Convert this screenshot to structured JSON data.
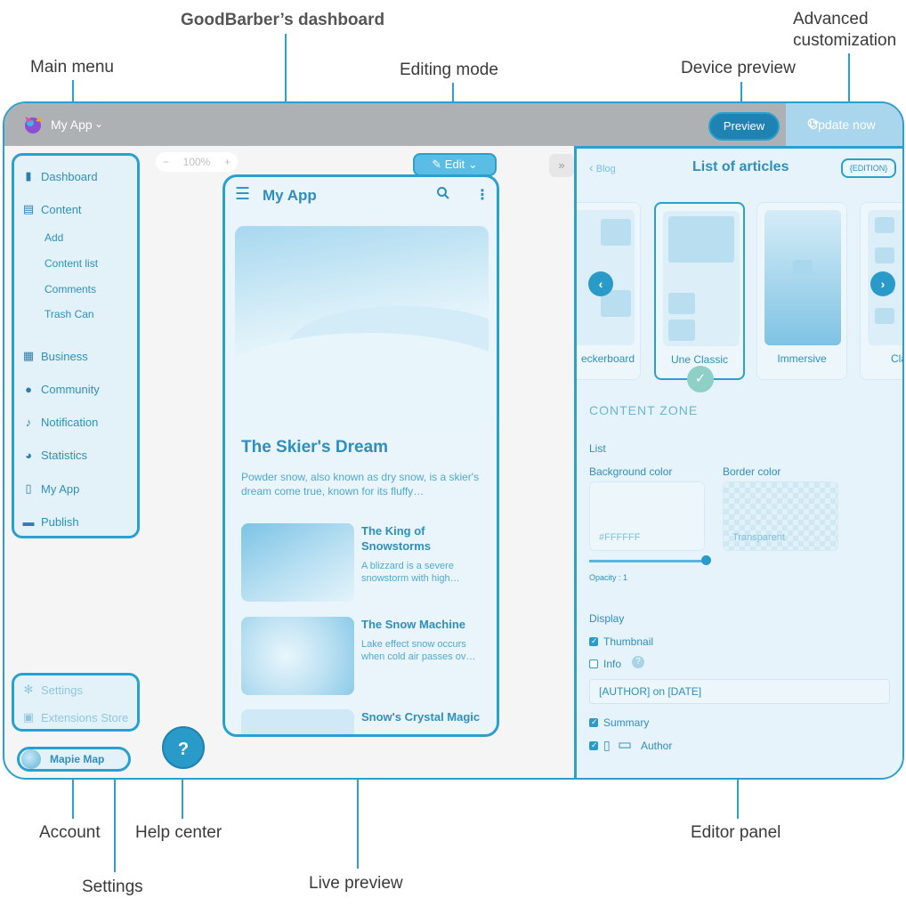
{
  "annotations": {
    "dashboard_title": "GoodBarber’s dashboard",
    "main_menu": "Main menu",
    "editing_mode": "Editing mode",
    "device_preview": "Device preview",
    "advanced_line1": "Advanced",
    "advanced_line2": "customization",
    "account": "Account",
    "help_center": "Help center",
    "settings": "Settings",
    "live_preview": "Live preview",
    "editor_panel": "Editor panel"
  },
  "topbar": {
    "app_name": "My App",
    "preview_label": "Preview",
    "update_label": "Update now"
  },
  "sidebar": {
    "items": [
      {
        "label": "Dashboard",
        "icon": "bar-chart-icon"
      },
      {
        "label": "Content",
        "icon": "document-icon"
      },
      {
        "label": "Business",
        "icon": "store-icon"
      },
      {
        "label": "Community",
        "icon": "user-icon"
      },
      {
        "label": "Notification",
        "icon": "bell-icon"
      },
      {
        "label": "Statistics",
        "icon": "pie-chart-icon"
      },
      {
        "label": "My App",
        "icon": "phone-icon"
      },
      {
        "label": "Publish",
        "icon": "publish-icon"
      }
    ],
    "content_subitems": [
      "Add",
      "Content list",
      "Comments",
      "Trash Can"
    ],
    "bottom": [
      {
        "label": "Settings",
        "icon": "gear-icon"
      },
      {
        "label": "Extensions Store",
        "icon": "extensions-icon"
      }
    ],
    "account_name": "Mapie Map"
  },
  "toolbar": {
    "zoom_minus": "−",
    "zoom_level": "100%",
    "zoom_plus": "+",
    "edit_label": "Edit",
    "collapse": "»"
  },
  "help": {
    "label": "?"
  },
  "phone": {
    "title": "My App",
    "hero_title": "The Skier's Dream",
    "hero_text": "Powder snow, also known as dry snow, is a skier's dream come true, known for its fluffy…",
    "articles": [
      {
        "title": "The King of Snowstorms",
        "text": "A blizzard is a severe snowstorm with high…"
      },
      {
        "title": "The Snow Machine",
        "text": "Lake effect snow occurs when cold air passes ov…"
      },
      {
        "title": "Snow's Crystal Magic",
        "text": ""
      }
    ]
  },
  "editor": {
    "back_label": "Blog",
    "title": "List of articles",
    "edition_badge": "{EDITION}",
    "templates": [
      "eckerboard",
      "Une Classic",
      "Immersive",
      "Clas"
    ],
    "section": "CONTENT ZONE",
    "list_label": "List",
    "bg_label": "Background color",
    "border_label": "Border color",
    "bg_value": "#FFFFFF",
    "border_value": "Transparent",
    "opacity": "Opacity : 1",
    "display_label": "Display",
    "thumbnail": "Thumbnail",
    "info": "Info",
    "info_format": "[AUTHOR] on [DATE]",
    "summary": "Summary",
    "author": "Author"
  },
  "colors": {
    "accent": "#2aa0cf",
    "topbar": "#aeb1b3",
    "panel": "#e6f3fa"
  }
}
